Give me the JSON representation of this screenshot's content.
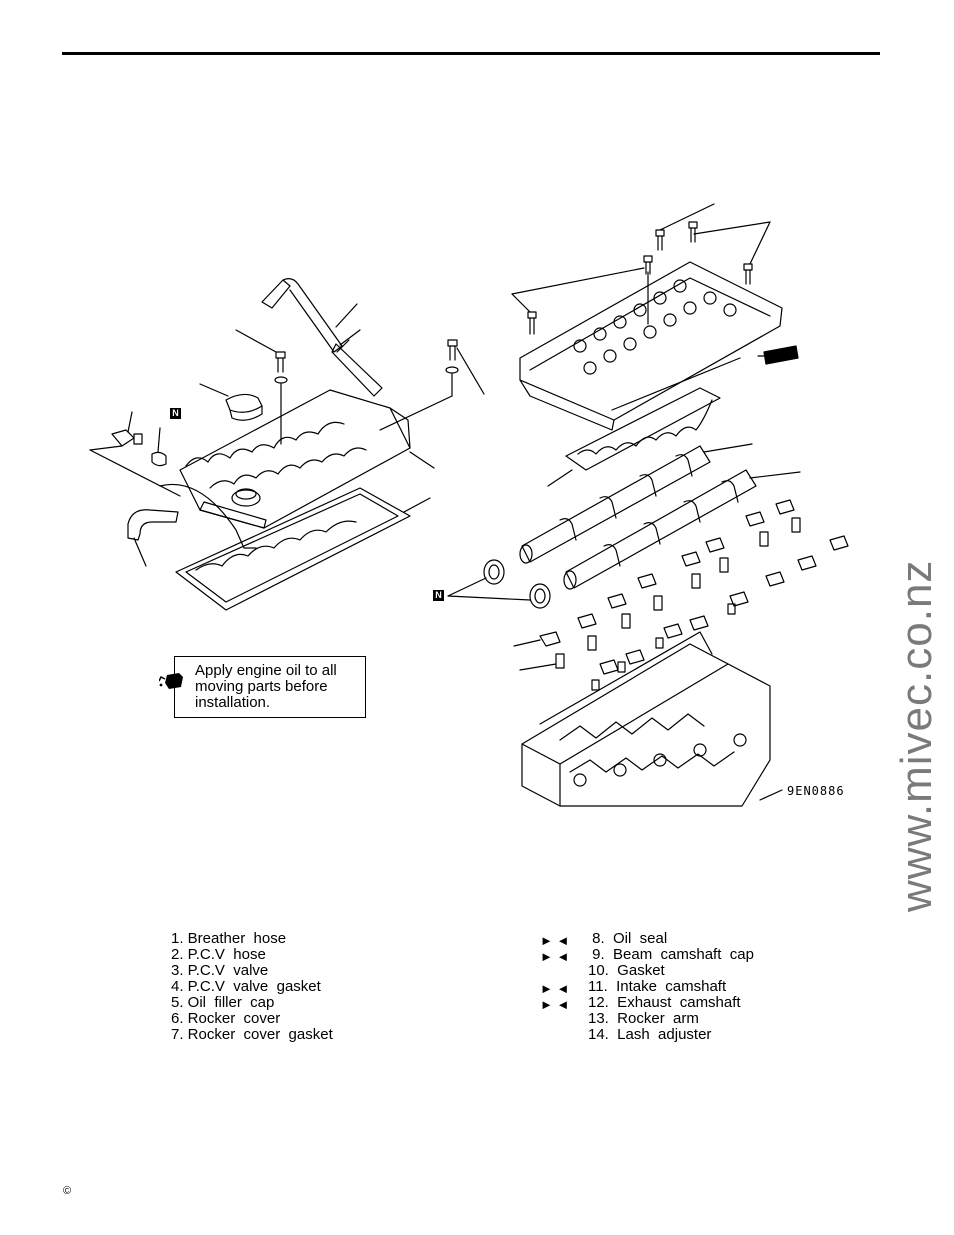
{
  "watermark": "www.mivec.co.nz",
  "figure_code": "9EN0886",
  "n_marker": "N",
  "note": {
    "text": "Apply engine oil to all moving parts before installation.",
    "icon": "oil-can-icon"
  },
  "parts_left": [
    "1. Breather  hose",
    "2. P.C.V  hose",
    "3. P.C.V  valve",
    "4. P.C.V  valve  gasket",
    "5. Oil  filler  cap",
    "6. Rocker  cover",
    "7. Rocker  cover  gasket"
  ],
  "parts_right": [
    " 8.  Oil  seal",
    " 9.  Beam  camshaft  cap",
    "10.  Gasket",
    "11.  Intake  camshaft",
    "12.  Exhaust  camshaft",
    "13.  Rocker  arm",
    "14.  Lash  adjuster"
  ],
  "install_marks": [
    "► ◄",
    "► ◄",
    "",
    "► ◄",
    "► ◄",
    "",
    ""
  ],
  "copyright": "©"
}
